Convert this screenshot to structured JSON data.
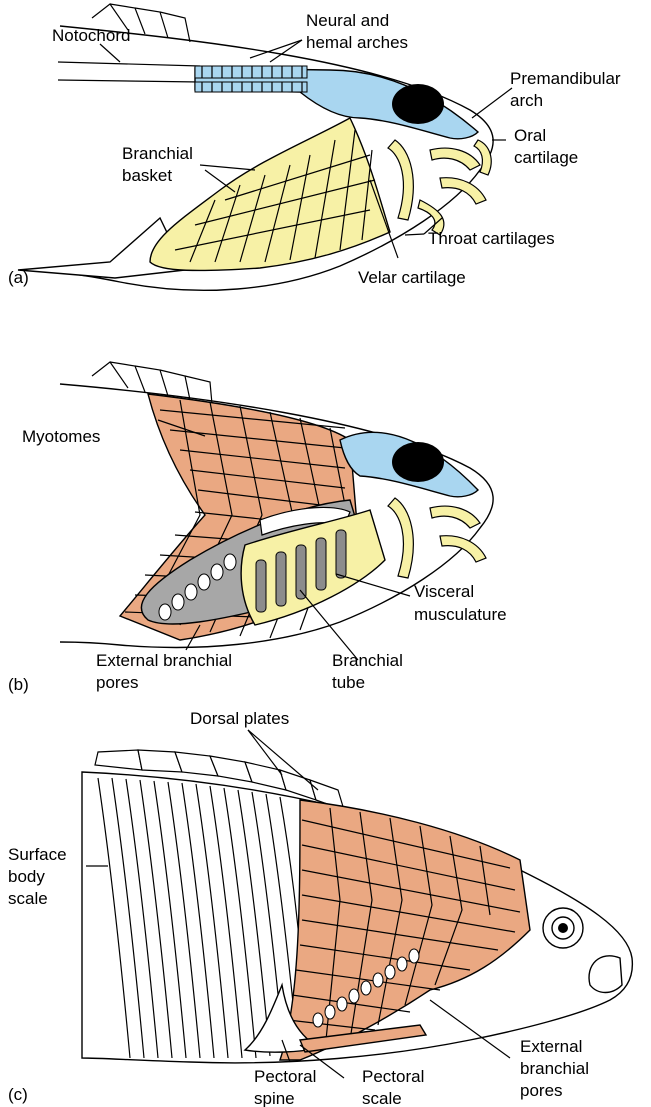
{
  "colors": {
    "cartilage": "#f7f1a6",
    "cranium": "#a9d6f0",
    "myotome": "#eaa882",
    "branchial_grey": "#a7a7a7",
    "outline": "#000000",
    "background": "#ffffff"
  },
  "panel_a": {
    "tag": "(a)",
    "labels": {
      "neural_hemal_1": "Neural and",
      "neural_hemal_2": "hemal arches",
      "notochord": "Notochord",
      "premandibular_1": "Premandibular",
      "premandibular_2": "arch",
      "oral_1": "Oral",
      "oral_2": "cartilage",
      "branchial_basket_1": "Branchial",
      "branchial_basket_2": "basket",
      "throat": "Throat cartilages",
      "velar": "Velar cartilage"
    }
  },
  "panel_b": {
    "tag": "(b)",
    "labels": {
      "myotomes": "Myotomes",
      "visceral_1": "Visceral",
      "visceral_2": "musculature",
      "external_pores_1": "External branchial",
      "external_pores_2": "pores",
      "branchial_tube_1": "Branchial",
      "branchial_tube_2": "tube"
    }
  },
  "panel_c": {
    "tag": "(c)",
    "labels": {
      "dorsal_plates": "Dorsal plates",
      "surface_scale_1": "Surface",
      "surface_scale_2": "body",
      "surface_scale_3": "scale",
      "external_pores_1": "External",
      "external_pores_2": "branchial",
      "external_pores_3": "pores",
      "pectoral_spine_1": "Pectoral",
      "pectoral_spine_2": "spine",
      "pectoral_scale_1": "Pectoral",
      "pectoral_scale_2": "scale"
    }
  }
}
